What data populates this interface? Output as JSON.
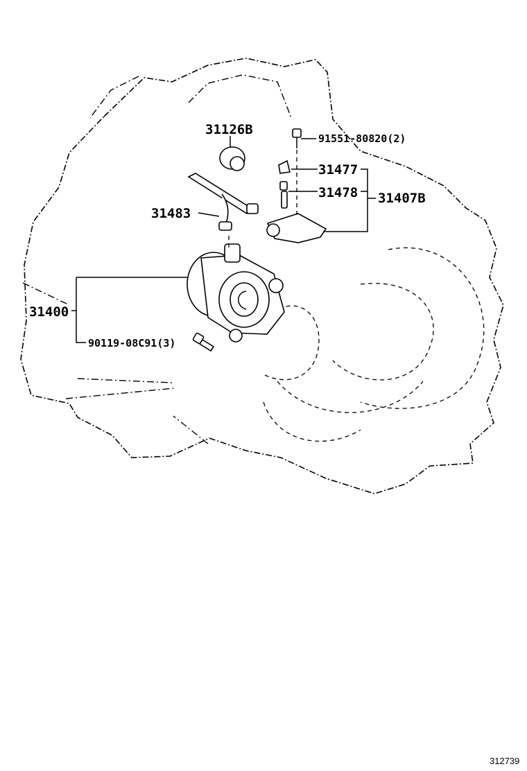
{
  "labels": {
    "bearing_cylinder": "31400",
    "bolt_90119": "90119-08C91(3)",
    "damper_31126": "31126B",
    "hose_31483": "31483",
    "bolt_91551": "91551-80820(2)",
    "cap_31477": "31477",
    "plug_31478": "31478",
    "union_31407": "31407B"
  },
  "figure_id": "312739"
}
